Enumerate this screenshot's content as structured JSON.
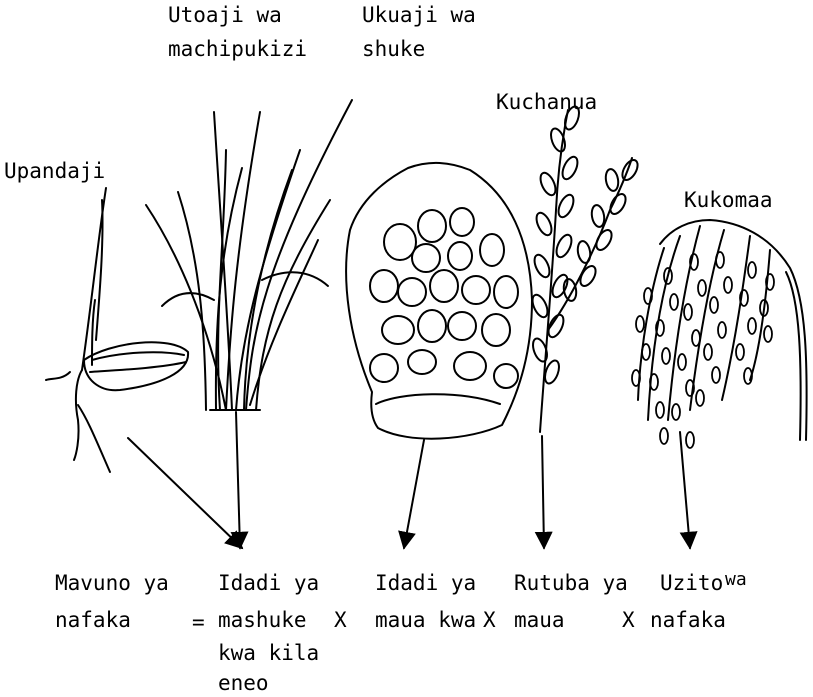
{
  "stages": {
    "sowing": "Upandaji",
    "tillering": [
      "Utoaji wa",
      "machipukizi"
    ],
    "heading": [
      "Ukuaji wa",
      "shuke"
    ],
    "flowering": "Kuchanua",
    "ripening": "Kukomaa"
  },
  "equation": {
    "yield": [
      "Mavuno ya",
      "nafaka"
    ],
    "equals": "=",
    "panicles": [
      "Idadi ya",
      "mashuke",
      "kwa kila",
      "eneo"
    ],
    "times1": "X",
    "spikelets": [
      "Idadi ya",
      "maua kwa"
    ],
    "times2": "X",
    "fertility": [
      "Rutuba ya",
      "maua"
    ],
    "times3": "X",
    "weight": [
      "Uzito",
      "wa",
      "nafaka"
    ]
  },
  "colors": {
    "ink": "#000000",
    "paper": "#ffffff"
  }
}
